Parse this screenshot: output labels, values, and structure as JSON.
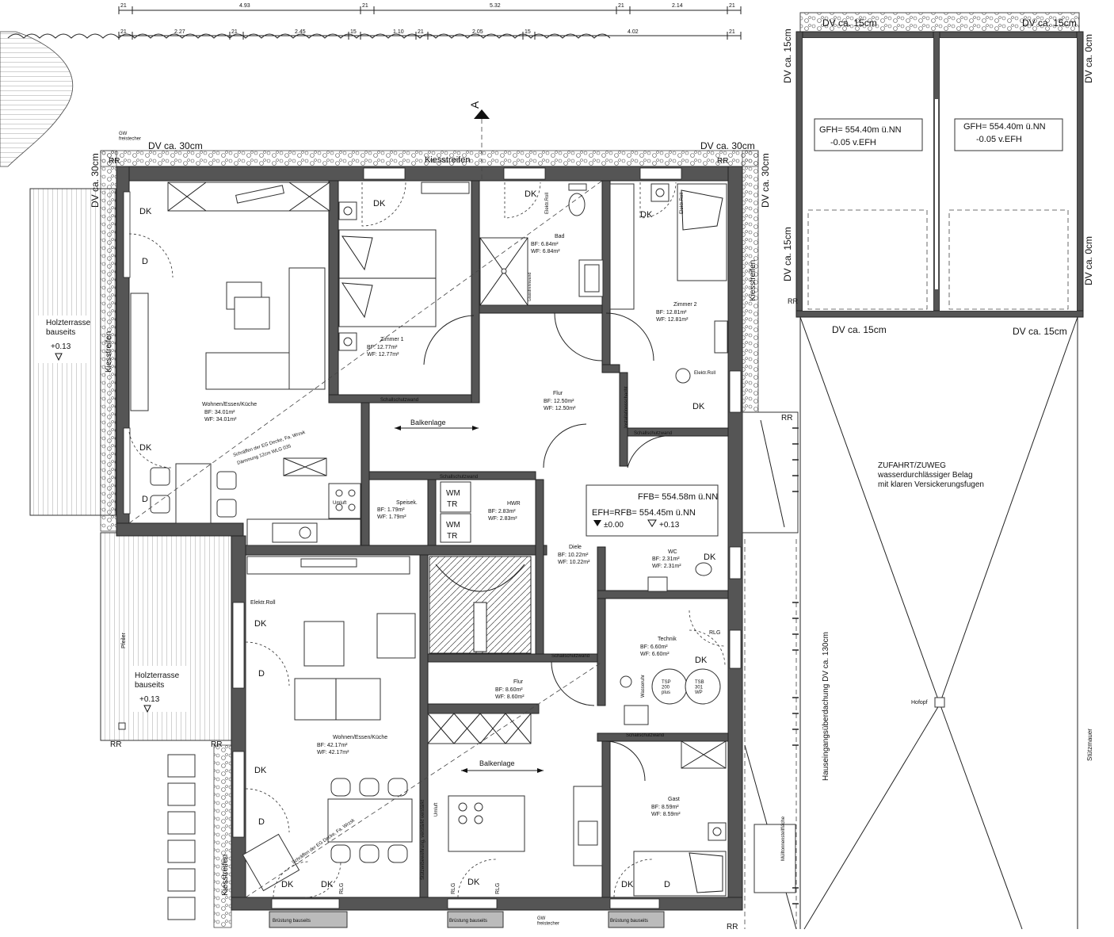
{
  "dimensions": {
    "top_row": [
      "21",
      "4.93",
      "21",
      "5.32",
      "21",
      "2.14",
      "21"
    ],
    "second_row": [
      "21",
      "2.27",
      "21",
      "2.45",
      "15",
      "1.10",
      "21",
      "2.05",
      "15",
      "4.02",
      "21"
    ]
  },
  "section_marker": "A",
  "gw_note": "GW\nfreistecher",
  "gw_note_bottom": "GW\nfreistecher",
  "drip_edges": {
    "top_left": "DV ca. 30cm",
    "top_right": "DV ca. 30cm",
    "left": "DV ca. 30cm",
    "right": "DV ca. 30cm",
    "rr": "RR"
  },
  "gravel_strip": "Kiesstreifen",
  "garage": {
    "drip_top_left": "DV ca. 15cm",
    "drip_top_right": "DV ca. 15cm",
    "drip_left_top": "DV ca. 15cm",
    "drip_left_bottom": "DV ca. 15cm",
    "drip_right_top": "DV ca. 0cm",
    "drip_right_bottom": "DV ca. 0cm",
    "drip_bottom_left": "DV ca. 15cm",
    "drip_bottom_right": "DV ca. 15cm",
    "left_level_line1": "GFH= 554.40m ü.NN",
    "left_level_line2": "-0.05 v.EFH",
    "right_level_line1": "GFH= 554.40m ü.NN",
    "right_level_line2": "-0.05 v.EFH",
    "rr": "RR"
  },
  "driveway": {
    "title": "ZUFAHRT/ZUWEG",
    "line2": "wasserdurchlässiger Belag",
    "line3": "mit klaren Versickerungsfugen",
    "gate_stop": "Hofopf",
    "retaining_wall": "Stützmauer",
    "entrance_canopy": "Hauseingangsüberdachung DV ca. 130cm"
  },
  "upper_unit": {
    "living": {
      "name": "Wohnen/Essen/Küche",
      "bf": "BF:  34.01m²",
      "wf": "WF:  34.01m²"
    },
    "room1": {
      "name": "Zimmer 1",
      "bf": "BF:  12.77m²",
      "wf": "WF:  12.77m²"
    },
    "bath": {
      "name": "Bad",
      "bf": "BF:  6.84m²",
      "wf": "WF:  6.84m²",
      "electric": "Elektr.Roll",
      "wall_label": "Glasstrennwand"
    },
    "room2": {
      "name": "Zimmer 2",
      "bf": "BF:  12.81m²",
      "wf": "WF:  12.81m²",
      "electric": "Elektr.Roll",
      "electric2": "Elektr.Roll"
    },
    "hall": {
      "name": "Flur",
      "bf": "BF:  12.50m²",
      "wf": "WF:  12.50m²"
    },
    "pantry": {
      "name": "Speisek.",
      "bf": "BF:  1.79m²",
      "wf": "WF:  1.79m²"
    },
    "utility": {
      "name": "HWR",
      "bf": "BF:  2.83m²",
      "wf": "WF:  2.83m²",
      "wm": "WM",
      "tr": "TR"
    },
    "beam_direction": "Balkenlage",
    "terrace": {
      "title": "Holzterrasse",
      "sub": "bauseits",
      "level": "+0.13"
    },
    "ceiling_note": "Schräffen der EG Decke, Fa. Wrzsk",
    "insulation_note": "Dämmung 12cm WLG 035",
    "convector": "Umluft",
    "soundwall_note": "Schallschutzwand",
    "shaft_note": "Installationsschacht"
  },
  "levels": {
    "ffb": "FFB= 554.58m ü.NN",
    "efh": "EFH=RFB= 554.45m ü.NN",
    "zero": "±0.00",
    "plus": "+0.13"
  },
  "lower_unit": {
    "living": {
      "name": "Wohnen/Essen/Küche",
      "bf": "BF:  42.17m²",
      "wf": "WF:  42.17m²"
    },
    "hall": {
      "name": "Flur",
      "bf": "BF:  8.60m²",
      "wf": "WF:  8.60m²"
    },
    "lobby": {
      "name": "Diele",
      "bf": "BF:  10.22m²",
      "wf": "WF:  10.22m²"
    },
    "wc": {
      "name": "WC",
      "bf": "BF:  2.31m²",
      "wf": "WF:  2.31m²"
    },
    "tech": {
      "name": "Technik",
      "bf": "BF:  6.60m²",
      "wf": "WF:  6.60m²",
      "tank1": "TSP\n200\nplus",
      "tank2": "TSB\n301\nWP",
      "water": "Wasseruhr"
    },
    "guest": {
      "name": "Gast",
      "bf": "BF:  8.59m²",
      "wf": "WF:  8.59m²"
    },
    "beam_direction": "Balkenlage",
    "terrace": {
      "title": "Holzterrasse",
      "sub": "bauseits",
      "level": "+0.13",
      "post": "Pfeiler"
    },
    "electric": "Elektr.Roll",
    "convector": "Umluft",
    "soundwall": "Schallschutzwand",
    "soundwall2": "Schallschutzwand",
    "stair_note": "Stützenbewehrung, verstärkt verstärkt",
    "trash": "Mülltonnenstellfläche",
    "sill": "Brüstung bauseits"
  },
  "door_tags": {
    "dk": "DK",
    "d": "D",
    "rlg": "RLG"
  },
  "gravel_strip_lower": "Kiesstreifen",
  "gravel_strip_right": "Kiesstreifen"
}
